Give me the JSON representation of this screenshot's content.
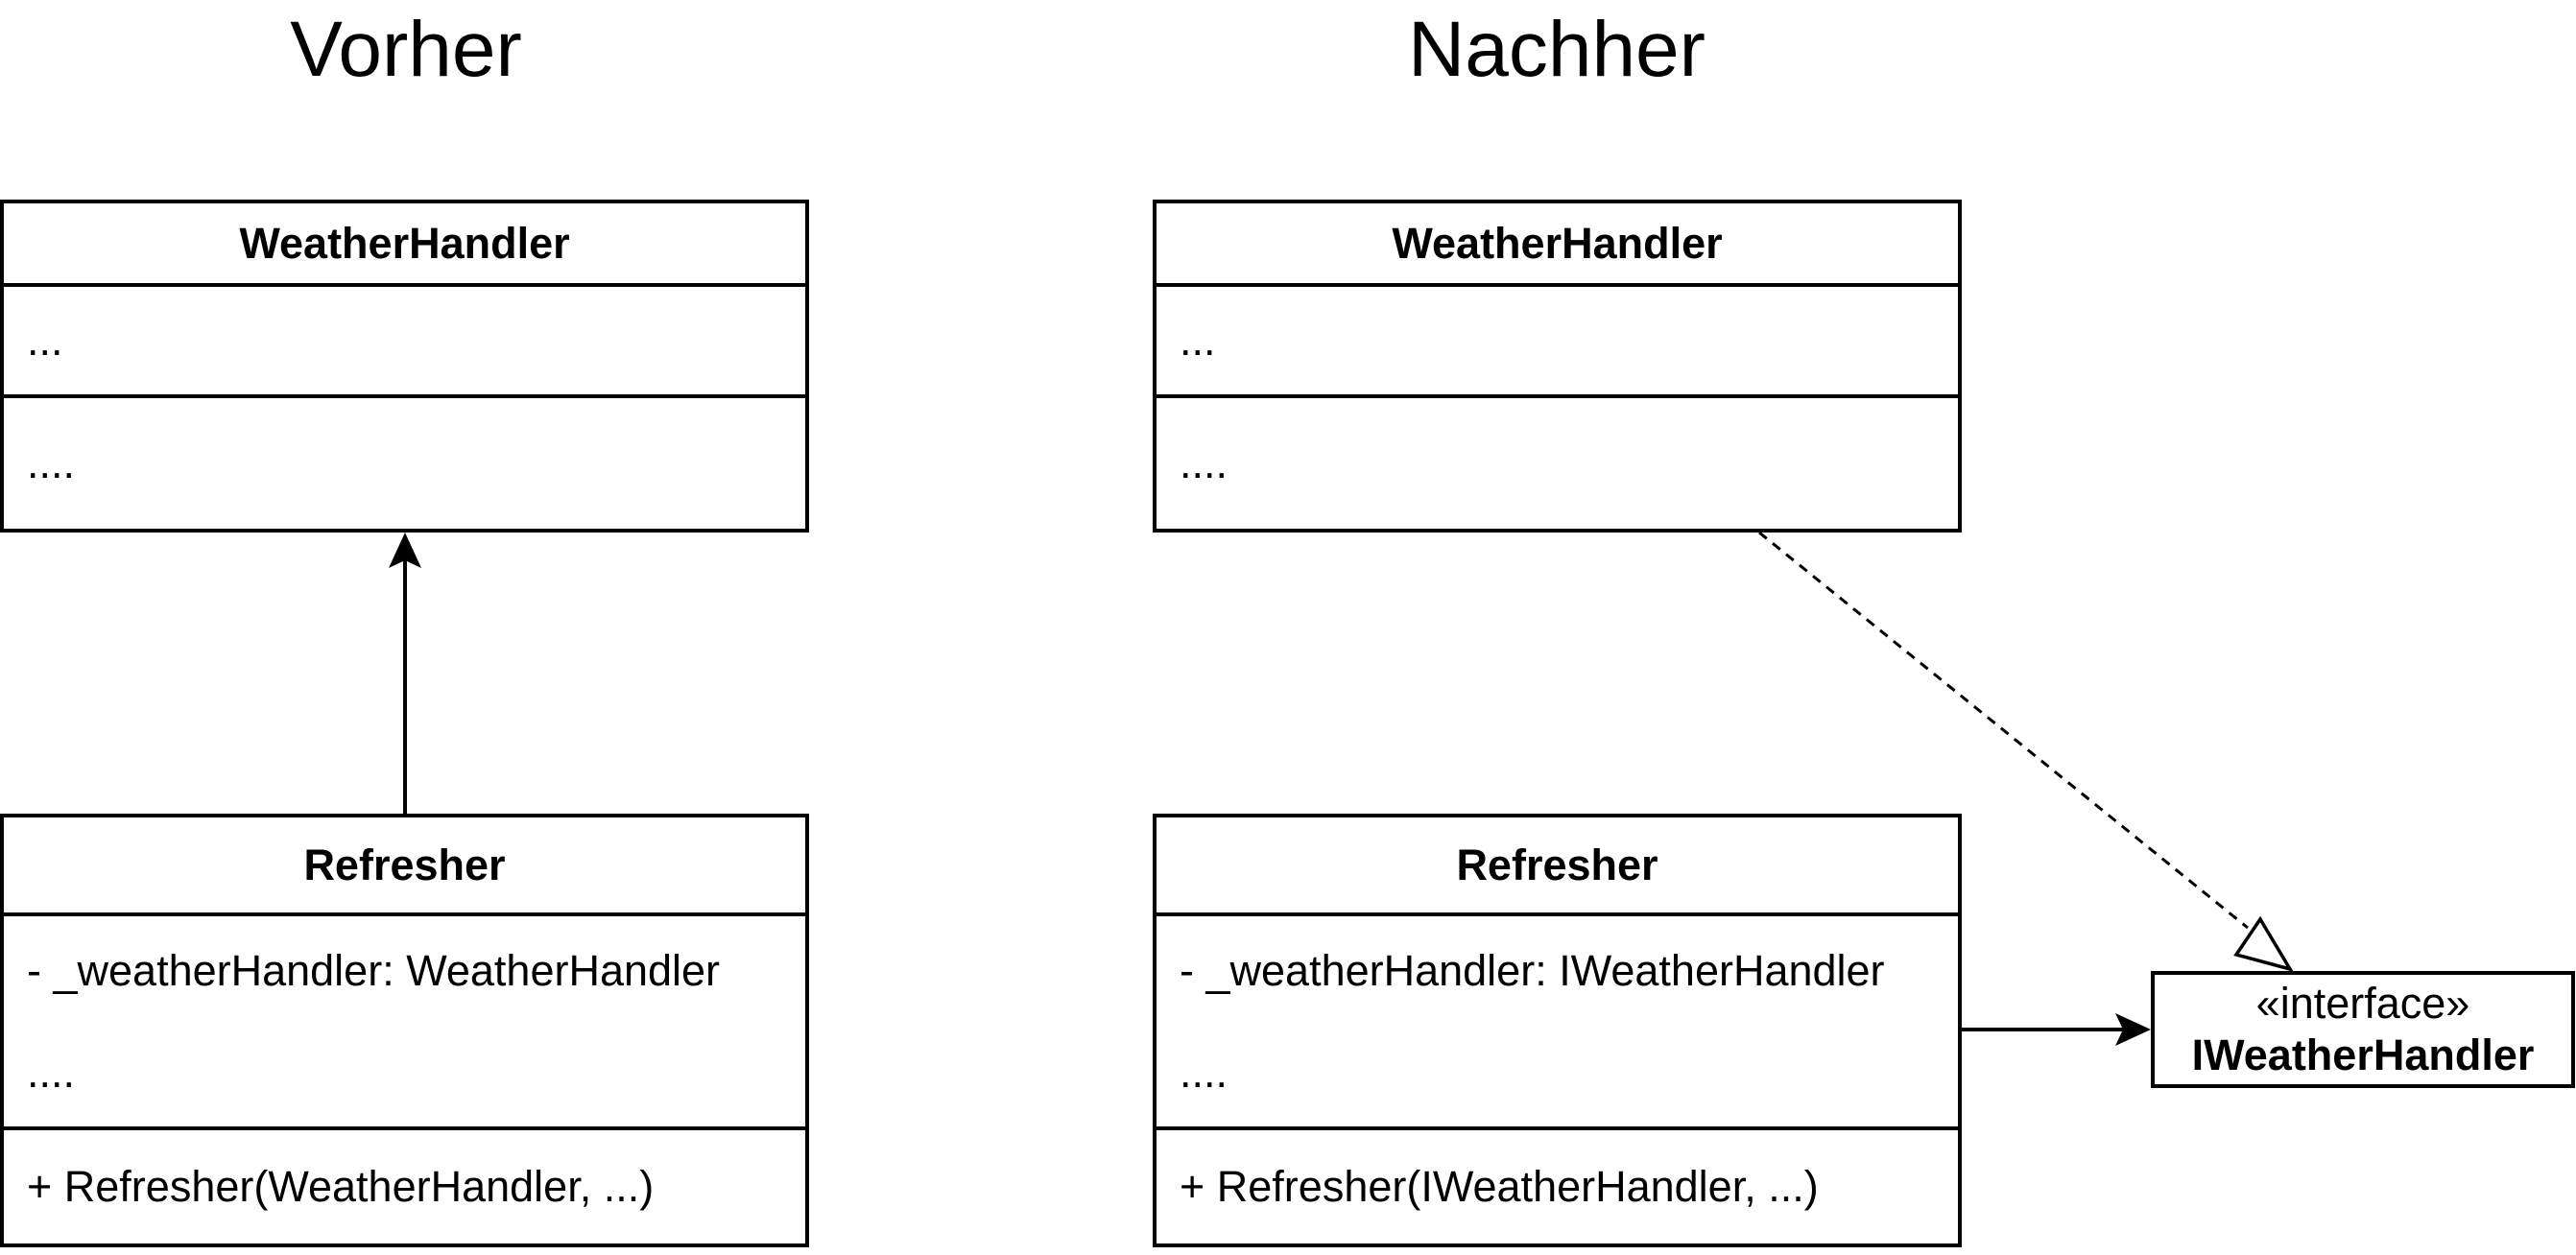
{
  "headings": {
    "before": "Vorher",
    "after": "Nachher"
  },
  "before": {
    "handler": {
      "name": "WeatherHandler",
      "attributes": [
        "..."
      ],
      "operations": [
        "...."
      ]
    },
    "refresher": {
      "name": "Refresher",
      "attributes": [
        "- _weatherHandler: WeatherHandler",
        "...."
      ],
      "operations": [
        "+ Refresher(WeatherHandler, ...)"
      ]
    }
  },
  "after": {
    "handler": {
      "name": "WeatherHandler",
      "attributes": [
        "..."
      ],
      "operations": [
        "...."
      ]
    },
    "refresher": {
      "name": "Refresher",
      "attributes": [
        "- _weatherHandler: IWeatherHandler",
        "...."
      ],
      "operations": [
        "+ Refresher(IWeatherHandler, ...)"
      ]
    },
    "interface": {
      "stereotype": "«interface»",
      "name": "IWeatherHandler"
    }
  },
  "connectors": [
    {
      "from": "before-refresher",
      "to": "before-handler",
      "kind": "association",
      "line": "solid",
      "head": "open-arrow"
    },
    {
      "from": "after-handler",
      "to": "interface",
      "kind": "realization",
      "line": "dashed",
      "head": "hollow-triangle"
    },
    {
      "from": "after-refresher",
      "to": "interface",
      "kind": "association",
      "line": "solid",
      "head": "open-arrow"
    }
  ]
}
